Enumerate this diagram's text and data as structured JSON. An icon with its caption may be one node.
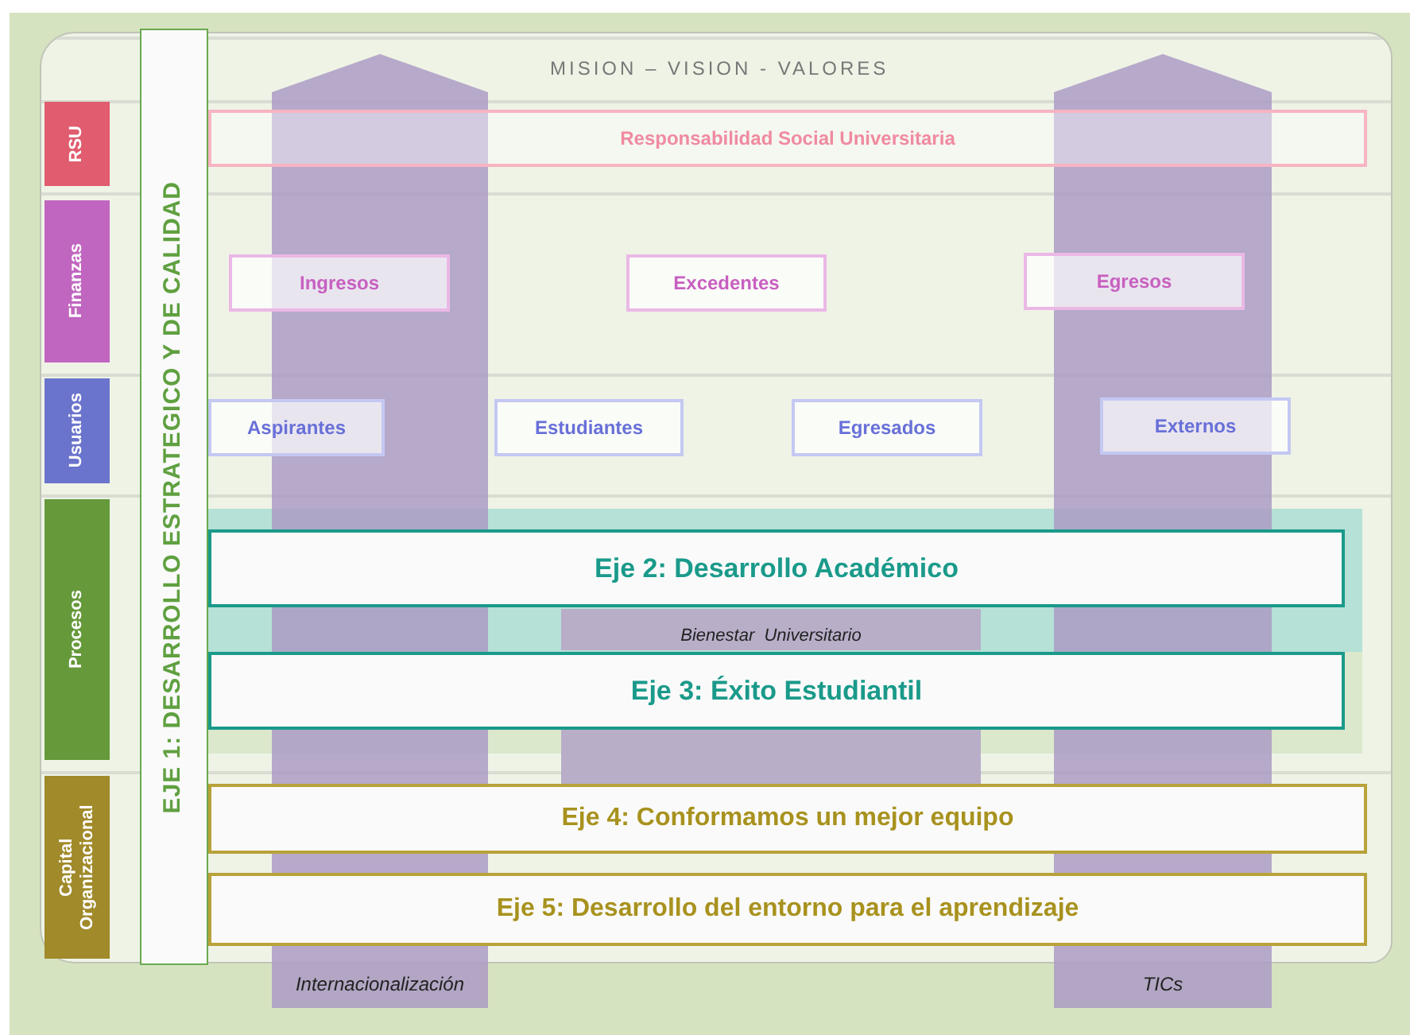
{
  "diagram": {
    "nodes": [
      {
        "text": [
          "RSU"
        ]
      },
      {
        "text": [
          "Responsabilidad Social Universitaria"
        ]
      },
      {
        "text": [
          "Finanzas"
        ]
      },
      {
        "text": [
          "Ingresos"
        ]
      },
      {
        "text": [
          "Excedentes"
        ]
      },
      {
        "text": [
          "Egresos"
        ]
      },
      {
        "text": [
          "Usuarios"
        ]
      },
      {
        "text": [
          "Aspirantes"
        ]
      },
      {
        "text": [
          "Estudiantes"
        ]
      },
      {
        "text": [
          "Egresados"
        ]
      },
      {
        "text": [
          "Externos"
        ]
      },
      {
        "text": [
          "Procesos"
        ]
      },
      {
        "text": [
          "Eje 2: Desarrollo Académico"
        ]
      },
      {
        "text": [
          "Bienestar  Universitario"
        ]
      },
      {
        "text": [
          "Eje 3: Éxito Estudiantil"
        ]
      },
      {
        "text": [
          "Capital Organizacional"
        ]
      },
      {
        "text": [
          "Eje 4: Conformamos un mejor equipo"
        ]
      },
      {
        "text": [
          "Eje 5: Desarrollo del entorno para el aprendizaje"
        ]
      },
      {
        "text": [
          "EJE 1: DESARROLLO ESTRATEGICO Y DE CALIDAD"
        ]
      },
      {
        "text": [
          "Internacionalización"
        ]
      },
      {
        "text": [
          "TICs"
        ]
      },
      {
        "text": [],
        "shape": "bar"
      }
    ],
    "edges": [],
    "labels": [
      "MISION – VISION - VALORES"
    ]
  }
}
